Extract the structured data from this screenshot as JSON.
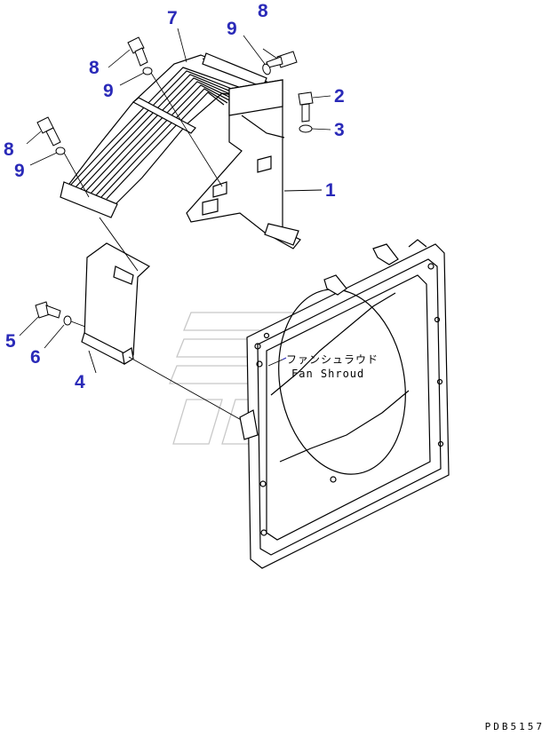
{
  "callouts": {
    "c7": "7",
    "c8_top": "8",
    "c9_top": "9",
    "c2": "2",
    "c3": "3",
    "c8_upper": "8",
    "c9_upper": "9",
    "c8_lower": "8",
    "c9_lower": "9",
    "c1": "1",
    "c5": "5",
    "c6": "6",
    "c4": "4"
  },
  "annotation": {
    "jp": "ファンシュラウド",
    "en": "Fan Shroud"
  },
  "drawing_code": "PDB5157",
  "colors": {
    "callout": "#2a2ab8",
    "line": "#000000",
    "watermark": "#c8c8c8"
  }
}
